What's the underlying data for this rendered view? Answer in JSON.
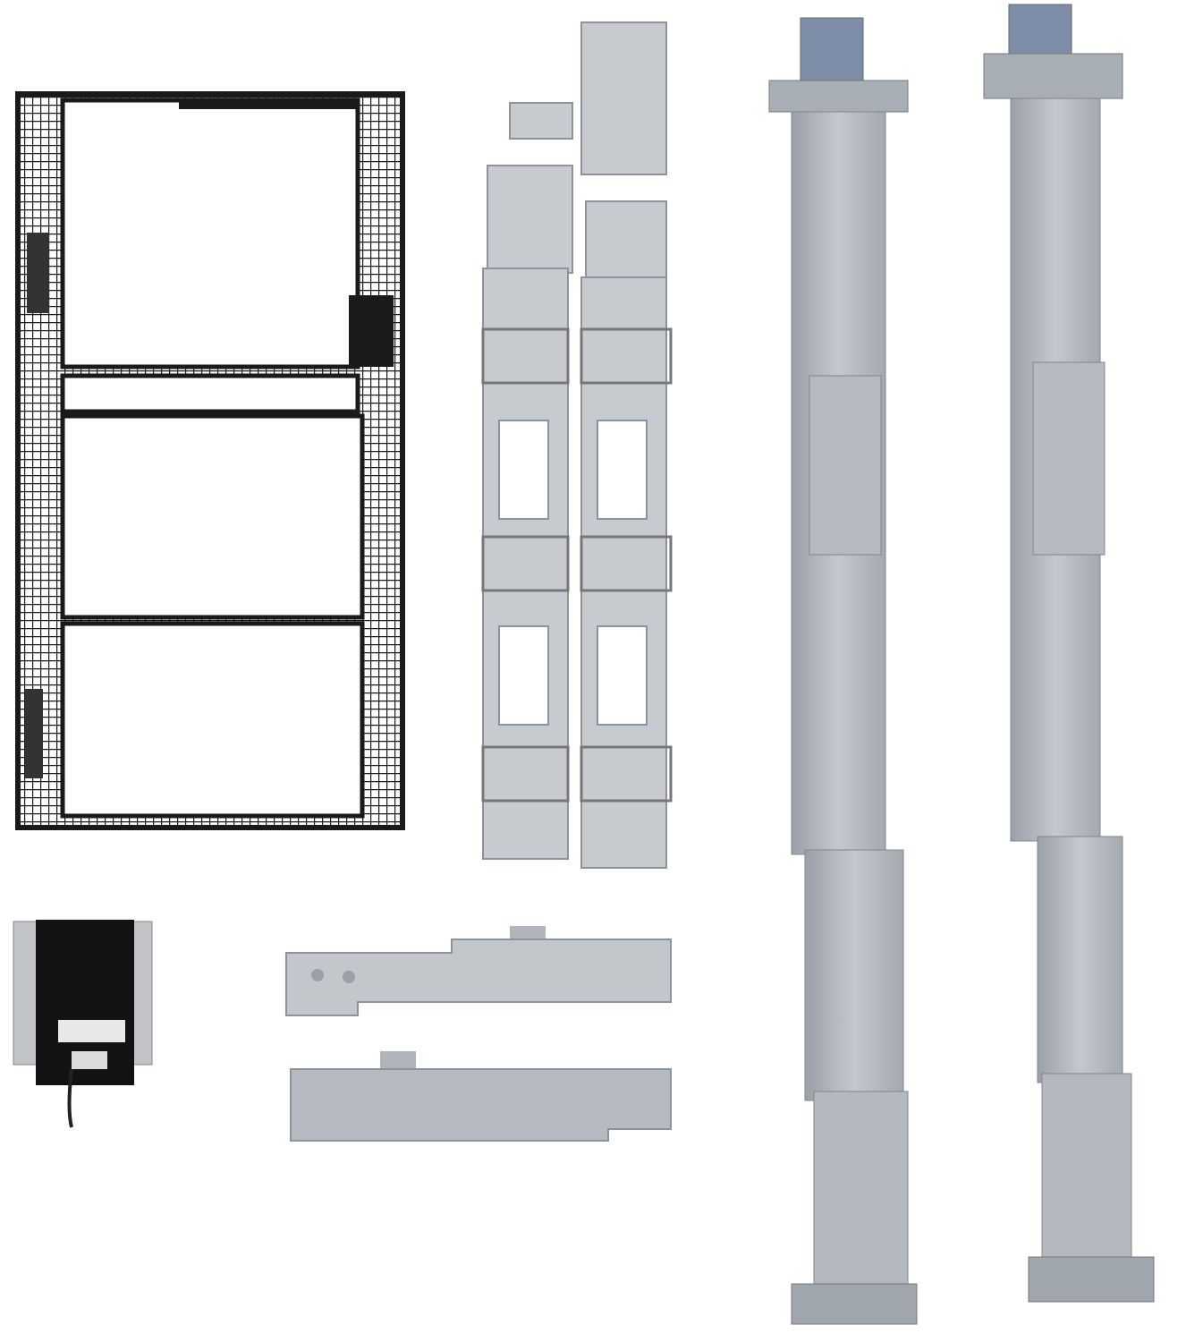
{
  "scene": {
    "background": "#ffffff",
    "colors": {
      "bezel": "#1a1a1a",
      "metal": "#b9bec4",
      "metal_dark": "#8d939a",
      "metal_light": "#d6dadf",
      "module_black": "#111111"
    },
    "parts": [
      "mesh-bezel-frame",
      "cable-management-arm",
      "rail-left",
      "rail-right",
      "rail-bracket-top",
      "rail-bracket-bottom",
      "power-module"
    ]
  }
}
